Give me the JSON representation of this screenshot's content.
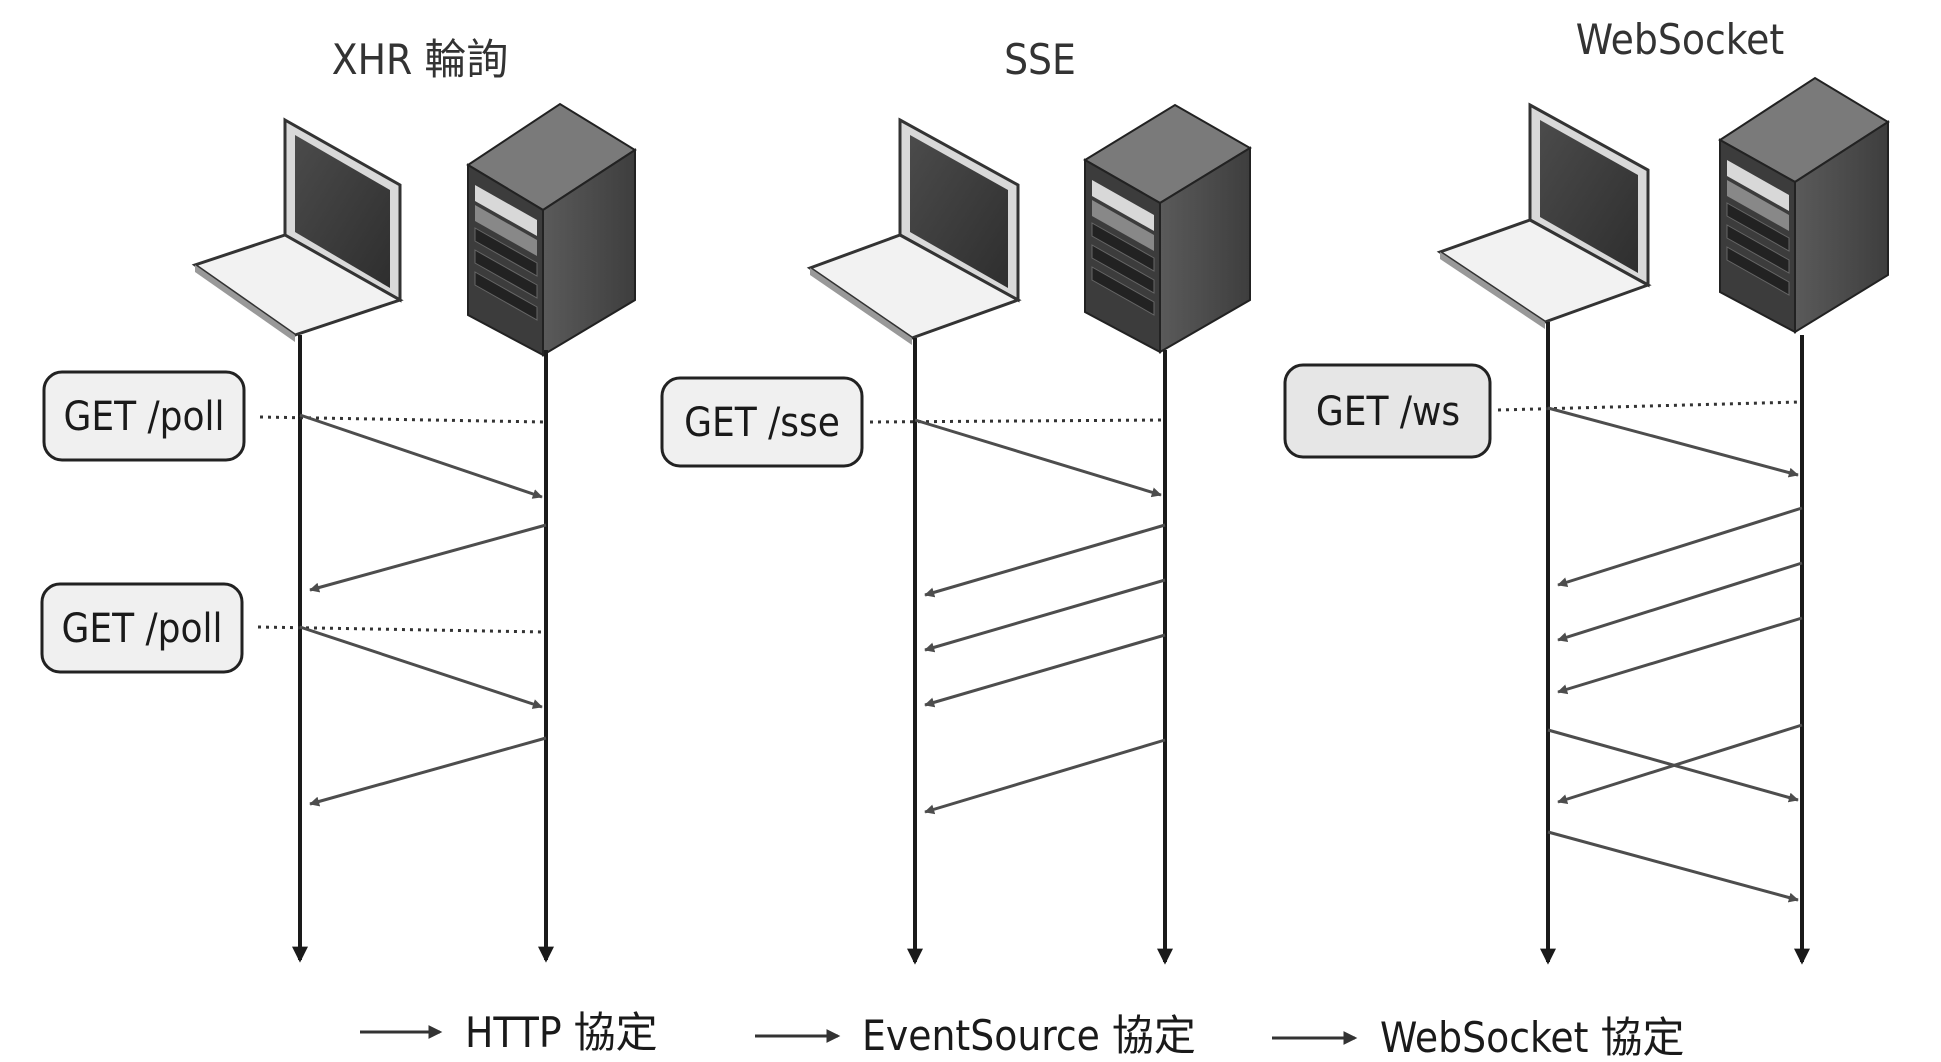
{
  "columns": [
    {
      "title": "XHR 輪詢",
      "requests": [
        "GET /poll",
        "GET /poll"
      ]
    },
    {
      "title": "SSE",
      "requests": [
        "GET /sse"
      ]
    },
    {
      "title": "WebSocket",
      "requests": [
        "GET /ws"
      ]
    }
  ],
  "legend": [
    "HTTP 協定",
    "EventSource 協定",
    "WebSocket 協定"
  ],
  "colors": {
    "line": "#1a1a1a",
    "message": "#4d4d4d",
    "box_fill": "#f0f0f0",
    "laptop_screen": "#3a3a3a",
    "server_body": "#4a4a4a"
  },
  "icons": [
    "laptop-icon",
    "server-icon",
    "arrow-icon"
  ]
}
